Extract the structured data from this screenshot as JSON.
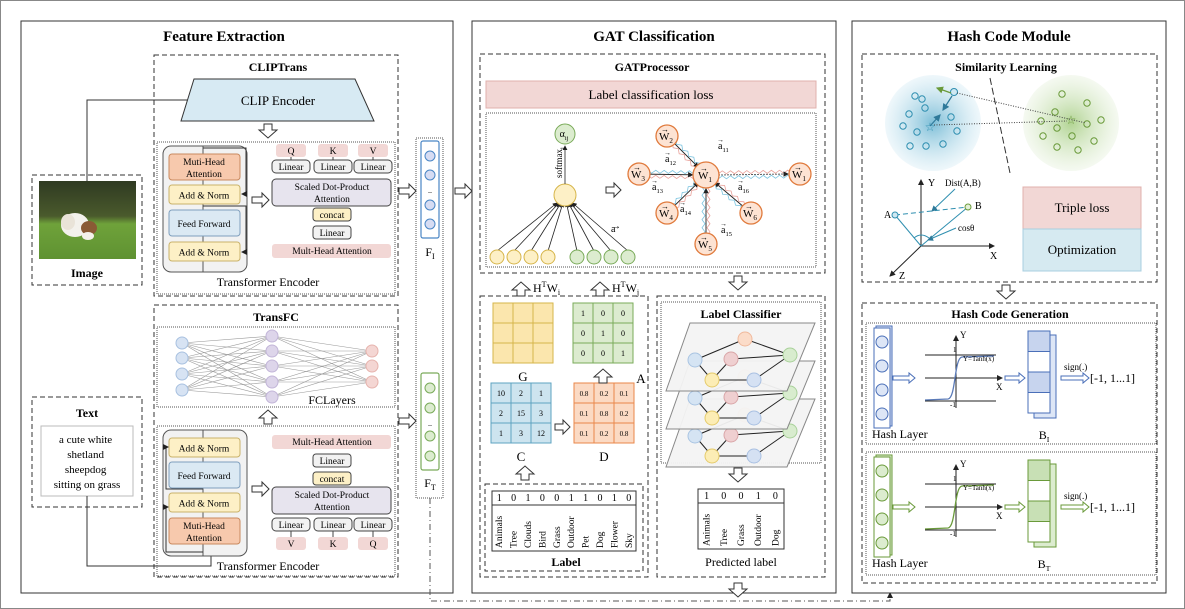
{
  "panels": {
    "feature_extraction": {
      "title": "Feature Extraction",
      "image_box": {
        "label": "Image"
      },
      "text_box": {
        "label": "Text",
        "caption": "a cute white shetland sheepdog sitting on grass"
      },
      "clip_trans": {
        "title": "CLIPTrans",
        "encoder": "CLIP Encoder",
        "transformer": {
          "caption": "Transformer Encoder",
          "blocks": [
            "Muti-Head Attention",
            "Add & Norm",
            "Feed Forward",
            "Add & Norm"
          ],
          "qkv": [
            "Q",
            "K",
            "V"
          ],
          "linear": "Linear",
          "sdpa": "Scaled Dot-Product Attention",
          "concat": "concat",
          "mha": "Mult-Head Attention"
        }
      },
      "trans_fc": {
        "title": "TransFC",
        "fc_caption": "FCLayers",
        "transformer": {
          "caption": "Transformer Encoder",
          "blocks": [
            "Add & Norm",
            "Feed Forward",
            "Add & Norm",
            "Muti-Head Attention"
          ],
          "qkv": [
            "V",
            "K",
            "Q"
          ],
          "linear": "Linear",
          "sdpa": "Scaled Dot-Product Attention",
          "concat": "concat",
          "mha": "Mult-Head Attention"
        }
      },
      "features": {
        "image": "F",
        "image_sub": "I",
        "text": "F",
        "text_sub": "T",
        "dots": ".."
      }
    },
    "gat": {
      "title": "GAT Classification",
      "processor": {
        "title": "GATProcessor",
        "loss": "Label classification loss",
        "alpha": "α",
        "alpha_sub": "ij",
        "softmax": "softmax",
        "softmax_sub": "j",
        "attn_vec": "a",
        "nodes": [
          {
            "name": "W",
            "sub": "2"
          },
          {
            "name": "W",
            "sub": "3"
          },
          {
            "name": "W",
            "sub": "4"
          },
          {
            "name": "W",
            "sub": "5"
          },
          {
            "name": "W",
            "sub": "6"
          },
          {
            "name": "W",
            "sub": "1"
          }
        ],
        "center": {
          "name": "W",
          "sub": "1"
        },
        "edge_labels": [
          {
            "name": "a",
            "sub": "12"
          },
          {
            "name": "a",
            "sub": "11"
          },
          {
            "name": "a",
            "sub": "13"
          },
          {
            "name": "a",
            "sub": "14"
          },
          {
            "name": "a",
            "sub": "15"
          },
          {
            "name": "a",
            "sub": "16"
          }
        ]
      },
      "inputs": [
        {
          "text": "H",
          "sup": "T",
          "sub": "i",
          "w": "W"
        },
        {
          "text": "H",
          "sup": "T",
          "sub": "j",
          "w": "W"
        }
      ],
      "matrices": {
        "G": {
          "label": "G",
          "values": [
            [
              "",
              "",
              ""
            ],
            [
              "",
              "",
              ""
            ],
            [
              "",
              "",
              ""
            ]
          ]
        },
        "A": {
          "label": "A",
          "values": [
            [
              "1",
              "0",
              "0"
            ],
            [
              "0",
              "1",
              "0"
            ],
            [
              "0",
              "0",
              "1"
            ]
          ]
        },
        "C": {
          "label": "C",
          "values": [
            [
              "10",
              "2",
              "1"
            ],
            [
              "2",
              "15",
              "3"
            ],
            [
              "1",
              "3",
              "12"
            ]
          ]
        },
        "D": {
          "label": "D",
          "values": [
            [
              "0.8",
              "0.2",
              "0.1"
            ],
            [
              "0.1",
              "0.8",
              "0.2"
            ],
            [
              "0.1",
              "0.2",
              "0.8"
            ]
          ]
        }
      },
      "label_table": {
        "title": "Label",
        "bits": [
          "1",
          "0",
          "1",
          "0",
          "0",
          "1",
          "1",
          "0",
          "1",
          "0"
        ],
        "names": [
          "Animals",
          "Tree",
          "Clouds",
          "Bird",
          "Grass",
          "Outdoor",
          "Pet",
          "Dog",
          "Flower",
          "Sky"
        ]
      },
      "classifier": {
        "title": "Label Classifier"
      },
      "predicted": {
        "title": "Predicted label",
        "bits": [
          "1",
          "0",
          "0",
          "1",
          "0"
        ],
        "names": [
          "Animals",
          "Tree",
          "Grass",
          "Outdoor",
          "Dog"
        ]
      }
    },
    "hash": {
      "title": "Hash Code Module",
      "similarity": {
        "title": "Similarity Learning",
        "axis_x": "X",
        "axis_y": "Y",
        "axis_z": "Z",
        "point_a": "A",
        "point_b": "B",
        "dist": "Dist(A,B)",
        "cos": "cosθ",
        "triple_loss": "Triple loss",
        "optimization": "Optimization"
      },
      "generation": {
        "title": "Hash Code Generation",
        "rows": [
          {
            "layer": "Hash Layer",
            "func": "Y=Tanh(x)",
            "x": "X",
            "y": "Y",
            "one": "1",
            "neg_one": "-1",
            "sign": "sign(.)",
            "output": "[-1,  1...1]",
            "code": "B",
            "code_sub": "I"
          },
          {
            "layer": "Hash Layer",
            "func": "Y=Tanh(x)",
            "x": "X",
            "y": "Y",
            "one": "1",
            "neg_one": "-1",
            "sign": "sign(.)",
            "output": "[-1,  1...1]",
            "code": "B",
            "code_sub": "T"
          }
        ]
      }
    }
  },
  "colors": {
    "blue_fill": "#dbe9f3",
    "blue_stroke": "#5b8fb9",
    "orange_fill": "#f7c9ad",
    "orange_stroke": "#e07a3c",
    "yellow_fill": "#fdf0c6",
    "yellow_stroke": "#d6b54a",
    "green_fill": "#dceccf",
    "green_stroke": "#7aab5a",
    "pink_fill": "#f2d7d5",
    "lavender_fill": "#e7e4ee",
    "cyan_fill": "#d6eaf1"
  }
}
